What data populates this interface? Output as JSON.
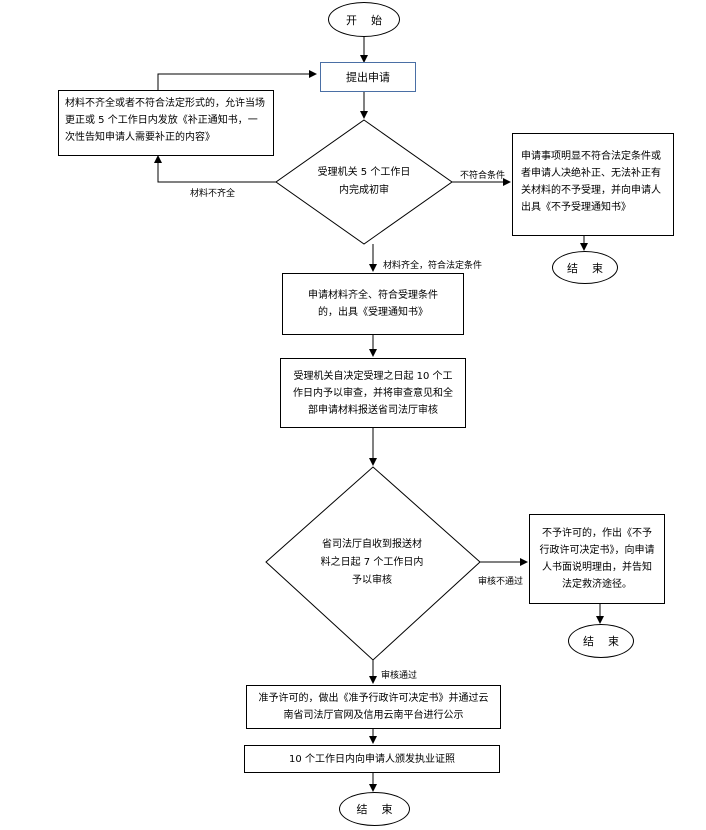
{
  "start": "开始",
  "submit": "提出申请",
  "review_initial": "受理机关 5 个工作日内完成初审",
  "incomplete_note": "材料不齐全或者不符合法定形式的，允许当场更正或 5 个工作日内发放《补正通知书，一次性告知申请人需要补正的内容》",
  "label_incomplete": "材料不齐全",
  "label_not_qualified": "不符合条件",
  "reject_box": "申请事项明显不符合法定条件或者申请人决绝补正、无法补正有关材料的不予受理，并向申请人出具《不予受理通知书》",
  "end1": "结束",
  "label_complete": "材料齐全，符合法定条件",
  "accept_box": "申请材料齐全、符合受理条件的，出具《受理通知书》",
  "decide_box": "受理机关自决定受理之日起 10 个工作日内予以审查，并将审查意见和全部申请材料报送省司法厅审核",
  "province_review": "省司法厅自收到报送材料之日起 7 个工作日内予以审核",
  "label_fail": "审核不通过",
  "deny_box": "不予许可的，作出《不予行政许可决定书》，向申请人书面说明理由，并告知法定救济途径。",
  "end2": "结束",
  "label_pass": "审核通过",
  "approve_box": "准予许可的，做出《准予行政许可决定书》并通过云南省司法厅官网及信用云南平台进行公示",
  "license_box": "10 个工作日内向申请人颁发执业证照",
  "end3": "结束"
}
